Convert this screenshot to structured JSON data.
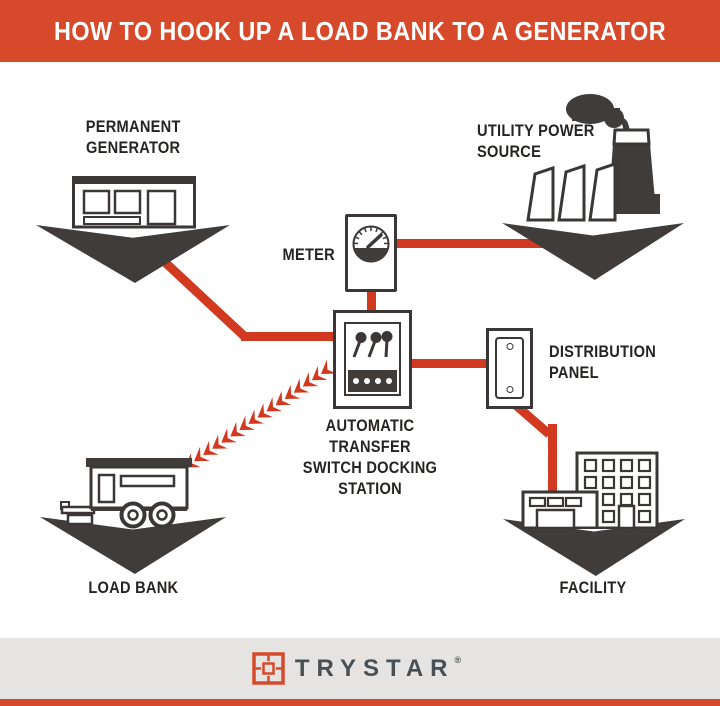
{
  "header": {
    "title": "HOW TO HOOK UP A LOAD BANK TO A GENERATOR"
  },
  "nodes": {
    "permanent_generator": {
      "label_line1": "PERMANENT",
      "label_line2": "GENERATOR",
      "icon": "generator-icon"
    },
    "utility_power_source": {
      "label_line1": "UTILITY POWER",
      "label_line2": "SOURCE",
      "icon": "factory-icon"
    },
    "meter": {
      "label": "METER",
      "icon": "gauge-icon"
    },
    "transfer_switch": {
      "label_line1": "AUTOMATIC TRANSFER",
      "label_line2": "SWITCH DOCKING STATION",
      "icon": "transfer-switch-icon"
    },
    "distribution_panel": {
      "label_line1": "DISTRIBUTION",
      "label_line2": "PANEL",
      "icon": "breaker-panel-icon"
    },
    "load_bank": {
      "label": "LOAD BANK",
      "icon": "trailer-icon"
    },
    "facility": {
      "label": "FACILITY",
      "icon": "buildings-icon"
    }
  },
  "connections": [
    {
      "from": "permanent-generator",
      "to": "transfer-switch",
      "style": "solid"
    },
    {
      "from": "utility-power-source",
      "to": "meter",
      "style": "solid"
    },
    {
      "from": "meter",
      "to": "transfer-switch",
      "style": "solid"
    },
    {
      "from": "transfer-switch",
      "to": "distribution-panel",
      "style": "solid"
    },
    {
      "from": "distribution-panel",
      "to": "facility",
      "style": "solid"
    },
    {
      "from": "transfer-switch",
      "to": "load-bank",
      "style": "arrow-chain",
      "arrow_count": 16
    }
  ],
  "footer": {
    "brand": "TRYSTAR",
    "registered_mark": "®",
    "logo_icon": "trystar-logo-icon"
  },
  "colors": {
    "accent_orange": "#d7492b",
    "line_red": "#d13a21",
    "dark_gray": "#403c3a",
    "icon_stroke": "#3a3736",
    "label_text": "#262422",
    "footer_bg": "#e6e4e2",
    "brand_text": "#495055"
  }
}
